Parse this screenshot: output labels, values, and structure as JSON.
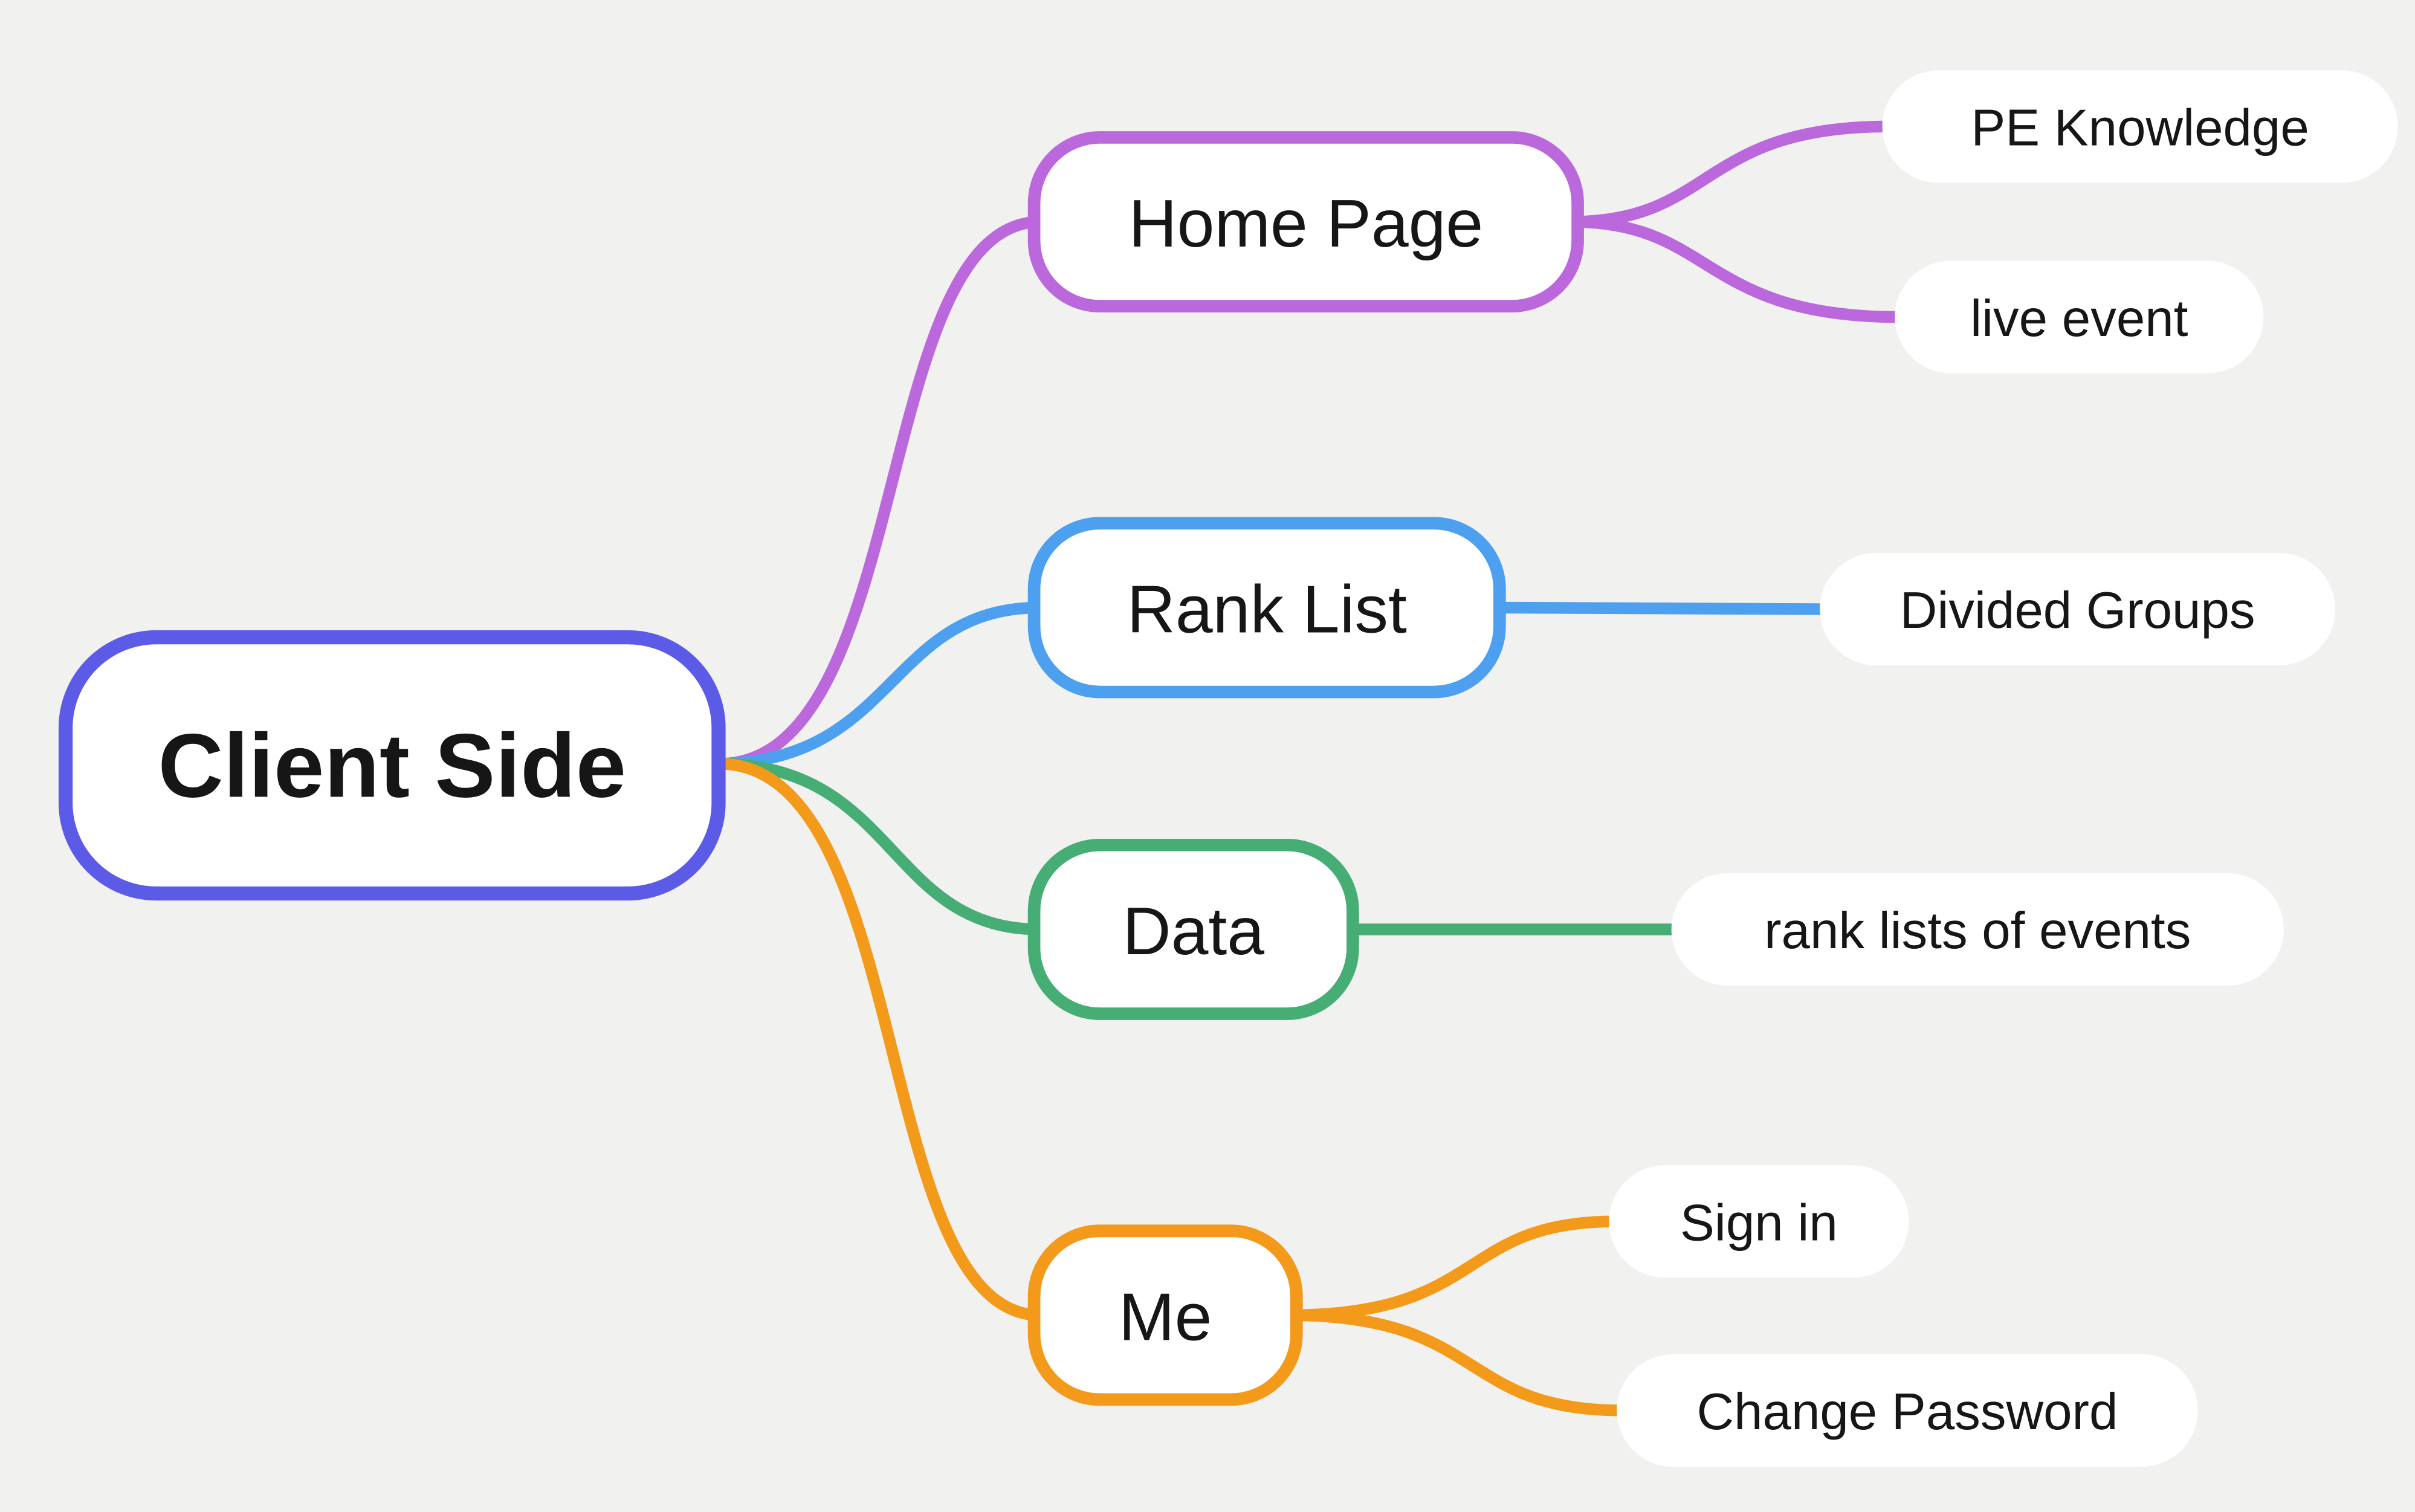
{
  "canvas": {
    "background_color": "#f1f1f0",
    "node_fill_color": "#ffffff",
    "text_color": "#161616"
  },
  "root": {
    "label": "Client Side",
    "color": "#5b5be8"
  },
  "branches": [
    {
      "label": "Home Page",
      "color": "#bb68dd",
      "children": [
        {
          "label": "PE Knowledge"
        },
        {
          "label": "live event"
        }
      ]
    },
    {
      "label": "Rank List",
      "color": "#4d9ff0",
      "children": [
        {
          "label": "Divided Groups"
        }
      ]
    },
    {
      "label": "Data",
      "color": "#46ae74",
      "children": [
        {
          "label": "rank lists of events"
        }
      ]
    },
    {
      "label": "Me",
      "color": "#f39a1b",
      "children": [
        {
          "label": "Sign in"
        },
        {
          "label": "Change Password"
        }
      ]
    }
  ]
}
